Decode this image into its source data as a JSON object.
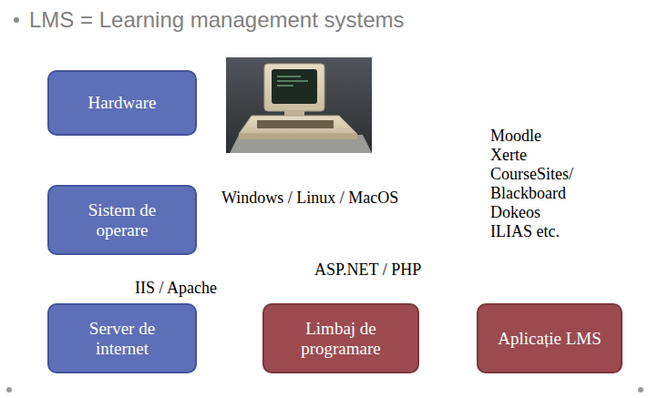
{
  "diagram": {
    "title": "LMS = Learning management systems",
    "nodes": [
      {
        "text": [
          "Hardware"
        ]
      },
      {
        "text": [
          "Sistem de operare"
        ]
      },
      {
        "text": [
          "Server de internet"
        ]
      },
      {
        "text": [
          "Limbaj de programare"
        ]
      },
      {
        "text": [
          "Aplicație LMS"
        ]
      }
    ],
    "labels": [
      "Moodle",
      "Xerte",
      "CourseSites/ Blackboard",
      "Dokeos",
      "ILIAS etc.",
      "Windows / Linux / MacOS",
      "ASP.NET / PHP",
      "IIS / Apache"
    ]
  }
}
